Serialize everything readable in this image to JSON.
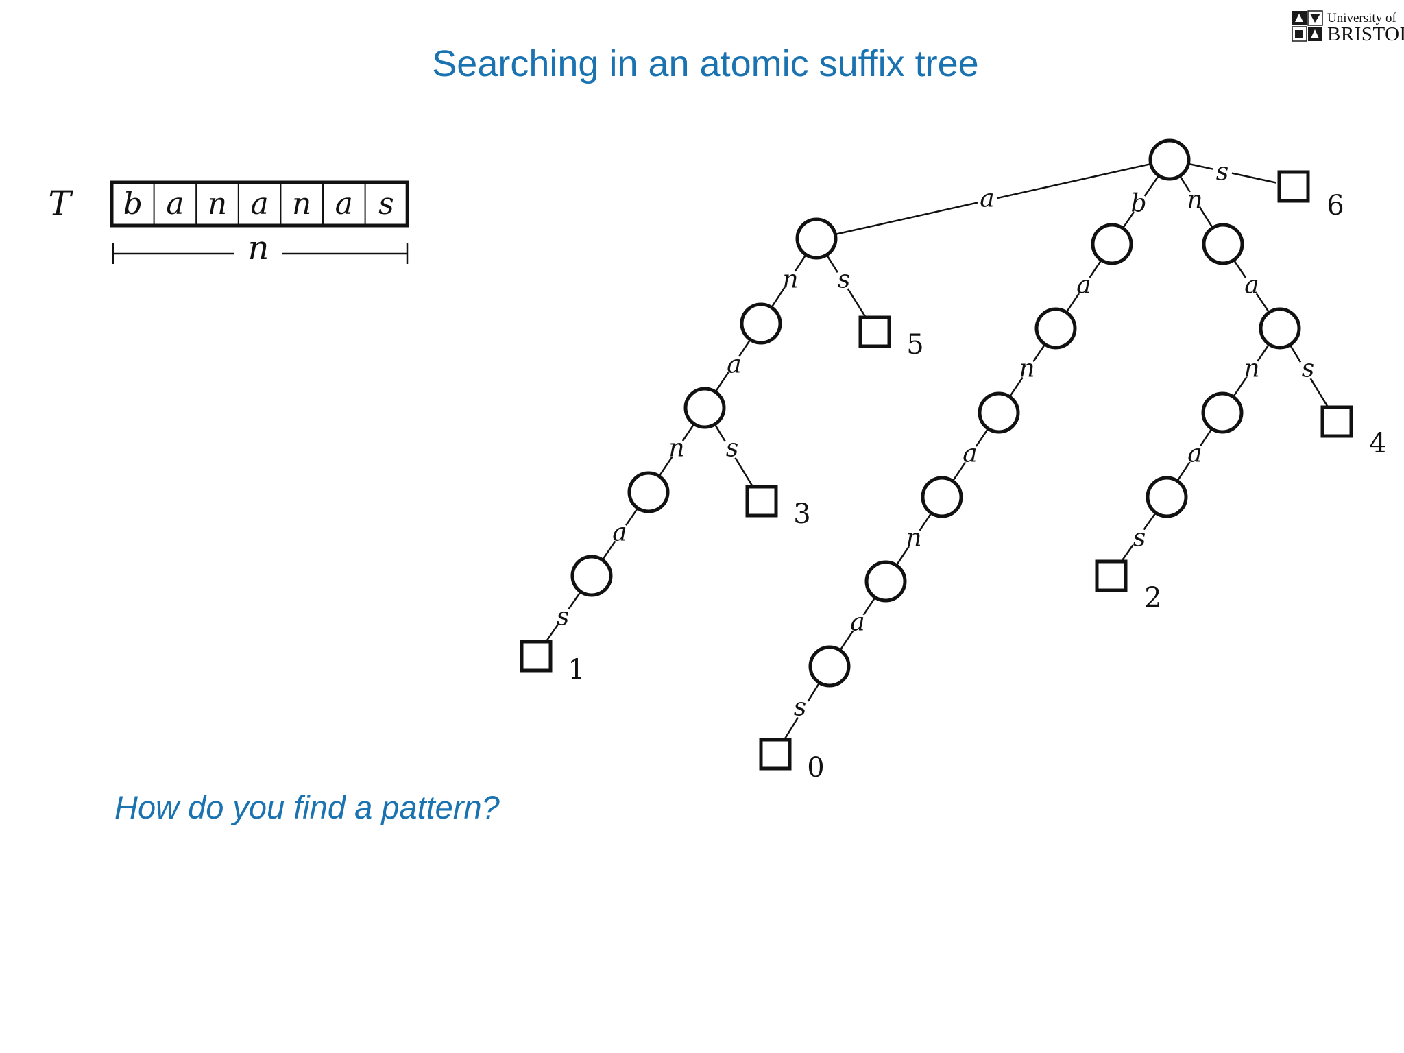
{
  "slide": {
    "title": "Searching in an atomic suffix tree",
    "question": "How do you find a pattern?"
  },
  "logo": {
    "line1": "University of",
    "line2": "BRISTOL"
  },
  "text_array": {
    "name": "T",
    "chars": [
      "b",
      "a",
      "n",
      "a",
      "n",
      "a",
      "s"
    ],
    "length_label": "n"
  },
  "tree": {
    "root_id": "root",
    "nodes": [
      {
        "id": "root",
        "kind": "internal"
      },
      {
        "id": "A",
        "kind": "internal"
      },
      {
        "id": "B",
        "kind": "internal"
      },
      {
        "id": "N",
        "kind": "internal"
      },
      {
        "id": "AN",
        "kind": "internal"
      },
      {
        "id": "ANA",
        "kind": "internal"
      },
      {
        "id": "ANAN",
        "kind": "internal"
      },
      {
        "id": "ANANA",
        "kind": "internal"
      },
      {
        "id": "BA",
        "kind": "internal"
      },
      {
        "id": "BAN",
        "kind": "internal"
      },
      {
        "id": "BANA",
        "kind": "internal"
      },
      {
        "id": "BANAN",
        "kind": "internal"
      },
      {
        "id": "BANANA",
        "kind": "internal"
      },
      {
        "id": "NA",
        "kind": "internal"
      },
      {
        "id": "NAN",
        "kind": "internal"
      },
      {
        "id": "NANA",
        "kind": "internal"
      },
      {
        "id": "L6",
        "kind": "leaf",
        "label": "6"
      },
      {
        "id": "L5",
        "kind": "leaf",
        "label": "5"
      },
      {
        "id": "L3",
        "kind": "leaf",
        "label": "3"
      },
      {
        "id": "L1",
        "kind": "leaf",
        "label": "1"
      },
      {
        "id": "L0",
        "kind": "leaf",
        "label": "0"
      },
      {
        "id": "L4",
        "kind": "leaf",
        "label": "4"
      },
      {
        "id": "L2",
        "kind": "leaf",
        "label": "2"
      }
    ],
    "edges": [
      {
        "from": "root",
        "to": "A",
        "label": "a"
      },
      {
        "from": "root",
        "to": "B",
        "label": "b"
      },
      {
        "from": "root",
        "to": "N",
        "label": "n"
      },
      {
        "from": "root",
        "to": "L6",
        "label": "s"
      },
      {
        "from": "A",
        "to": "AN",
        "label": "n"
      },
      {
        "from": "A",
        "to": "L5",
        "label": "s"
      },
      {
        "from": "AN",
        "to": "ANA",
        "label": "a"
      },
      {
        "from": "ANA",
        "to": "ANAN",
        "label": "n"
      },
      {
        "from": "ANA",
        "to": "L3",
        "label": "s"
      },
      {
        "from": "ANAN",
        "to": "ANANA",
        "label": "a"
      },
      {
        "from": "ANANA",
        "to": "L1",
        "label": "s"
      },
      {
        "from": "B",
        "to": "BA",
        "label": "a"
      },
      {
        "from": "BA",
        "to": "BAN",
        "label": "n"
      },
      {
        "from": "BAN",
        "to": "BANA",
        "label": "a"
      },
      {
        "from": "BANA",
        "to": "BANAN",
        "label": "n"
      },
      {
        "from": "BANAN",
        "to": "BANANA",
        "label": "a"
      },
      {
        "from": "BANANA",
        "to": "L0",
        "label": "s"
      },
      {
        "from": "N",
        "to": "NA",
        "label": "a"
      },
      {
        "from": "NA",
        "to": "NAN",
        "label": "n"
      },
      {
        "from": "NA",
        "to": "L4",
        "label": "s"
      },
      {
        "from": "NAN",
        "to": "NANA",
        "label": "a"
      },
      {
        "from": "NANA",
        "to": "L2",
        "label": "s"
      }
    ]
  }
}
